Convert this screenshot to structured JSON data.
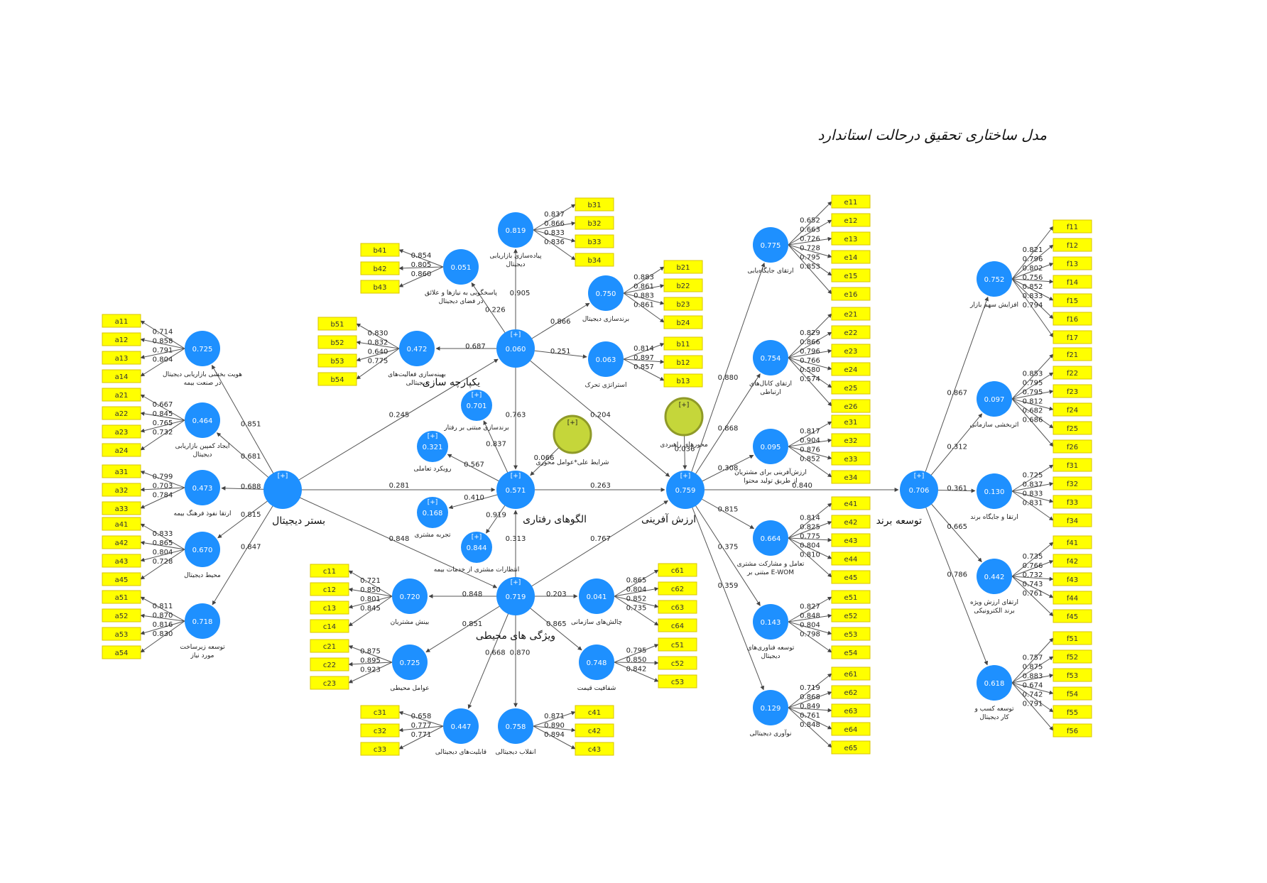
{
  "title": "مدل ساختاری تحقیق درحالت استاندارد",
  "main_constructs": [
    {
      "id": "A",
      "name": "بستر دیجیتال"
    },
    {
      "id": "B",
      "name": "یکپارچه سازی",
      "r2": "0.060"
    },
    {
      "id": "C",
      "name": "ویژگی های محیطی",
      "r2": "0.719"
    },
    {
      "id": "Q",
      "name": "الگوهای رفتاری",
      "r2": "0.571"
    },
    {
      "id": "E",
      "name": "ارزش آفرینی",
      "r2": "0.759"
    },
    {
      "id": "F",
      "name": "توسعه برند",
      "r2": "0.706"
    }
  ],
  "moderators": [
    {
      "id": "M1",
      "name": "شرایط علی*عوامل محوری"
    },
    {
      "id": "M2",
      "name": "محورهای راهبردی"
    }
  ],
  "subconstructs": [
    {
      "id": "A1",
      "parent": "A",
      "r2": "0.725",
      "label": "هویت بخشی بازاریابی دیجیتال در صنعت بیمه",
      "path": "0.851",
      "indicators": [
        "a11",
        "a12",
        "a13",
        "a14"
      ],
      "loadings": [
        "0.714",
        "0.858",
        "0.791",
        "0.804"
      ]
    },
    {
      "id": "A2",
      "parent": "A",
      "r2": "0.464",
      "label": "ایجاد کمپین بازاریابی دیجیتال",
      "path": "0.681",
      "indicators": [
        "a21",
        "a22",
        "a23",
        "a24"
      ],
      "loadings": [
        "0.667",
        "0.845",
        "0.765",
        "0.732"
      ]
    },
    {
      "id": "A3",
      "parent": "A",
      "r2": "0.473",
      "label": "ارتقا نفوذ فرهنگ بیمه",
      "path": "0.688",
      "indicators": [
        "a31",
        "a32",
        "a33"
      ],
      "loadings": [
        "0.799",
        "0.703",
        "0.784"
      ]
    },
    {
      "id": "A4",
      "parent": "A",
      "r2": "0.670",
      "label": "محیط دیجیتال",
      "path": "0.815",
      "indicators": [
        "a41",
        "a42",
        "a43",
        "a45"
      ],
      "loadings": [
        "0.833",
        "0.865",
        "0.804",
        "0.728"
      ]
    },
    {
      "id": "A5",
      "parent": "A",
      "r2": "0.718",
      "label": "توسعه زیرساخت مورد نیاز",
      "path": "0.847",
      "indicators": [
        "a51",
        "a52",
        "a53",
        "a54"
      ],
      "loadings": [
        "0.811",
        "0.870",
        "0.816",
        "0.830"
      ]
    },
    {
      "id": "B1",
      "parent": "B",
      "r2": "0.063",
      "label": "استراتژی تحرک",
      "path": "0.251",
      "indicators": [
        "b11",
        "b12",
        "b13"
      ],
      "loadings": [
        "0.814",
        "0.897",
        "0.857"
      ]
    },
    {
      "id": "B2",
      "parent": "B",
      "r2": "0.750",
      "label": "برندسازی دیجیتال",
      "path": "0.866",
      "indicators": [
        "b21",
        "b22",
        "b23",
        "b24"
      ],
      "loadings": [
        "0.883",
        "0.861",
        "0.883",
        "0.861"
      ]
    },
    {
      "id": "B3",
      "parent": "B",
      "r2": "0.819",
      "label": "پیاده‌سازی بازاریابی دیجیتال",
      "path": "0.905",
      "indicators": [
        "b31",
        "b32",
        "b33",
        "b34"
      ],
      "loadings": [
        "0.837",
        "0.866",
        "0.833",
        "0.836"
      ]
    },
    {
      "id": "B4",
      "parent": "B",
      "r2": "0.051",
      "label": "پاسخگویی به نیازها و علائق در فضای دیجیتال",
      "path": "0.226",
      "indicators": [
        "b41",
        "b42",
        "b43"
      ],
      "loadings": [
        "0.854",
        "0.805",
        "0.860"
      ]
    },
    {
      "id": "B5",
      "parent": "B",
      "r2": "0.472",
      "label": "بهینه‌سازی فعالیت‌های دیجیتالی",
      "path": "0.687",
      "indicators": [
        "b51",
        "b52",
        "b53",
        "b54"
      ],
      "loadings": [
        "0.830",
        "0.832",
        "0.640",
        "0.775"
      ]
    },
    {
      "id": "C1",
      "parent": "C",
      "r2": "0.720",
      "label": "بینش مشتریان",
      "path": "0.848",
      "indicators": [
        "c11",
        "c12",
        "c13",
        "c14"
      ],
      "loadings": [
        "0.721",
        "0.850",
        "0.801",
        "0.845"
      ]
    },
    {
      "id": "C2",
      "parent": "C",
      "r2": "0.725",
      "label": "عوامل محیطی",
      "path": "0.851",
      "indicators": [
        "c21",
        "c22",
        "c23"
      ],
      "loadings": [
        "0.875",
        "0.895",
        "0.923"
      ]
    },
    {
      "id": "C3",
      "parent": "C",
      "r2": "0.447",
      "label": "قابلیت‌های دیجیتالی",
      "path": "0.668",
      "indicators": [
        "c31",
        "c32",
        "c33"
      ],
      "loadings": [
        "0.658",
        "0.777",
        "0.771"
      ]
    },
    {
      "id": "C4",
      "parent": "C",
      "r2": "0.758",
      "label": "انقلاب دیجیتالی",
      "path": "0.870",
      "indicators": [
        "c41",
        "c42",
        "c43"
      ],
      "loadings": [
        "0.871",
        "0.890",
        "0.894"
      ]
    },
    {
      "id": "C5",
      "parent": "C",
      "r2": "0.748",
      "label": "شفافیت قیمت",
      "path": "0.865",
      "indicators": [
        "c51",
        "c52",
        "c53"
      ],
      "loadings": [
        "0.795",
        "0.850",
        "0.842"
      ]
    },
    {
      "id": "C6",
      "parent": "C",
      "r2": "0.041",
      "label": "چالش‌های سازمانی",
      "path": "0.203",
      "indicators": [
        "c61",
        "c62",
        "c63",
        "c64"
      ],
      "loadings": [
        "0.865",
        "0.804",
        "0.852",
        "0.735"
      ]
    },
    {
      "id": "E1",
      "parent": "E",
      "r2": "0.775",
      "label": "ارتقای جایگاه‌یابی",
      "path": "0.880",
      "indicators": [
        "e11",
        "e12",
        "e13",
        "e14",
        "e15",
        "e16"
      ],
      "loadings": [
        "0.652",
        "0.663",
        "0.726",
        "0.728",
        "0.795",
        "0.853"
      ]
    },
    {
      "id": "E2",
      "parent": "E",
      "r2": "0.754",
      "label": "ارتقای کانال‌های ارتباطی",
      "path": "0.868",
      "indicators": [
        "e21",
        "e22",
        "e23",
        "e24",
        "e25",
        "e26"
      ],
      "loadings": [
        "0.829",
        "0.866",
        "0.796",
        "0.766",
        "0.580",
        "0.574"
      ]
    },
    {
      "id": "E3",
      "parent": "E",
      "r2": "0.095",
      "label": "ارزش‌آفرینی برای مشتریان از طریق تولید محتوا",
      "path": "0.308",
      "indicators": [
        "e31",
        "e32",
        "e33",
        "e34"
      ],
      "loadings": [
        "0.817",
        "0.904",
        "0.876",
        "0.852"
      ]
    },
    {
      "id": "E4",
      "parent": "E",
      "r2": "0.664",
      "label": "تعامل و مشارکت مشتری مبتنی بر E-WOM",
      "path": "0.815",
      "indicators": [
        "e41",
        "e42",
        "e43",
        "e44",
        "e45"
      ],
      "loadings": [
        "0.814",
        "0.825",
        "0.775",
        "0.804",
        "0.810"
      ]
    },
    {
      "id": "E5",
      "parent": "E",
      "r2": "0.143",
      "label": "توسعه فناوری‌های دیجیتال",
      "path": "0.375",
      "indicators": [
        "e51",
        "e52",
        "e53",
        "e54"
      ],
      "loadings": [
        "0.827",
        "0.848",
        "0.804",
        "0.798"
      ]
    },
    {
      "id": "E6",
      "parent": "E",
      "r2": "0.129",
      "label": "نوآوری دیجیتالی",
      "path": "0.359",
      "indicators": [
        "e61",
        "e62",
        "e63",
        "e64",
        "e65"
      ],
      "loadings": [
        "0.719",
        "0.868",
        "0.849",
        "0.761",
        "0.848"
      ]
    },
    {
      "id": "F1",
      "parent": "F",
      "r2": "0.752",
      "label": "افزایش سهم بازار",
      "path": "0.867",
      "indicators": [
        "f11",
        "f12",
        "f13",
        "f14",
        "f15",
        "f16",
        "f17"
      ],
      "loadings": [
        "0.821",
        "0.796",
        "0.802",
        "0.756",
        "0.852",
        "0.833",
        "0.794"
      ]
    },
    {
      "id": "F2",
      "parent": "F",
      "r2": "0.097",
      "label": "اثربخشی سازمانی",
      "path": "0.312",
      "indicators": [
        "f21",
        "f22",
        "f23",
        "f24",
        "f25",
        "f26"
      ],
      "loadings": [
        "0.853",
        "0.795",
        "0.795",
        "0.812",
        "0.682",
        "0.686"
      ]
    },
    {
      "id": "F3",
      "parent": "F",
      "r2": "0.130",
      "label": "ارتقا و جایگاه برند",
      "path": "0.361",
      "indicators": [
        "f31",
        "f32",
        "f33",
        "f34"
      ],
      "loadings": [
        "0.725",
        "0.837",
        "0.833",
        "0.831"
      ]
    },
    {
      "id": "F4",
      "parent": "F",
      "r2": "0.442",
      "label": "ارتقای ارزش ویژه برند الکترونیکی",
      "path": "0.665",
      "indicators": [
        "f41",
        "f42",
        "f43",
        "f44",
        "f45"
      ],
      "loadings": [
        "0.735",
        "0.766",
        "0.732",
        "0.743",
        "0.761"
      ]
    },
    {
      "id": "F5",
      "parent": "F",
      "r2": "0.618",
      "label": "توسعه کسب و کار دیجیتال",
      "path": "0.786",
      "indicators": [
        "f51",
        "f52",
        "f53",
        "f54",
        "f55",
        "f56"
      ],
      "loadings": [
        "0.757",
        "0.875",
        "0.883",
        "0.674",
        "0.742",
        "0.791"
      ]
    }
  ],
  "q_subconstructs": [
    {
      "id": "Q1",
      "r2": "0.701",
      "label": "برندسازی مبتنی بر رفتار",
      "path": "0.837"
    },
    {
      "id": "Q2",
      "r2": "0.321",
      "label": "رویکرد تعاملی",
      "path": "0.567"
    },
    {
      "id": "Q3",
      "r2": "0.168",
      "label": "تجربه مشتری",
      "path": "0.410"
    },
    {
      "id": "Q4",
      "r2": "0.844",
      "label": "انتظارات مشتری از خدمات بیمه",
      "path": "0.919"
    }
  ],
  "structural_paths": [
    {
      "from": "A",
      "to": "B",
      "value": "0.245"
    },
    {
      "from": "A",
      "to": "Q",
      "value": "0.281"
    },
    {
      "from": "A",
      "to": "C",
      "value": "0.848"
    },
    {
      "from": "B",
      "to": "Q",
      "value": "0.763"
    },
    {
      "from": "B",
      "to": "E",
      "value": "0.204"
    },
    {
      "from": "C",
      "to": "Q",
      "value": "0.313"
    },
    {
      "from": "C",
      "to": "E",
      "value": "0.767"
    },
    {
      "from": "Q",
      "to": "E",
      "value": "0.263"
    },
    {
      "from": "M1",
      "to": "Q",
      "value": "0.066"
    },
    {
      "from": "M2",
      "to": "E",
      "value": "0.036"
    },
    {
      "from": "E",
      "to": "F",
      "value": "0.840"
    }
  ]
}
